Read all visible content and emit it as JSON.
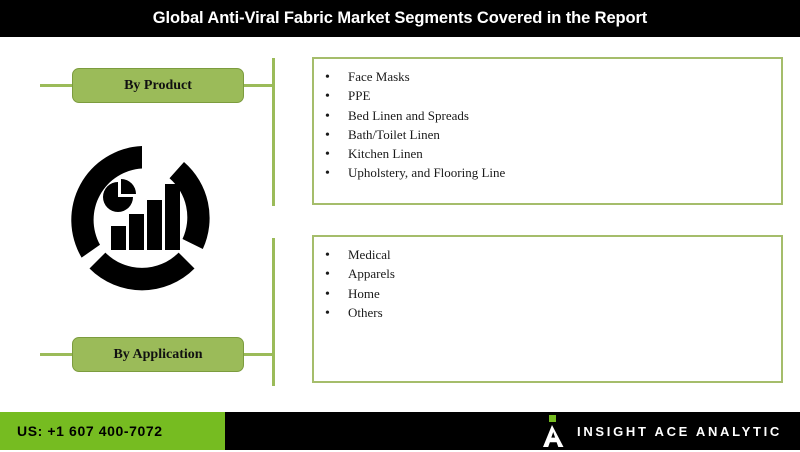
{
  "header": {
    "title": "Global Anti-Viral Fabric Market Segments Covered in the Report"
  },
  "colors": {
    "header_bg": "#000000",
    "button_green": "#9BBB59",
    "box_border_green": "#A5BD6B",
    "connector_green": "#9BBB59",
    "footer_bg": "#000000",
    "footer_green": "#76BC21",
    "text_dark": "#1a1a1a",
    "text_light": "#ffffff"
  },
  "center_icon": {
    "name": "analytics-chart-icon",
    "description": "segmented ring with pie chart and ascending bar chart",
    "color": "#000000"
  },
  "segments": [
    {
      "button_label": "By Product",
      "items": [
        "Face Masks",
        "PPE",
        "Bed Linen and Spreads",
        "Bath/Toilet Linen",
        "Kitchen Linen",
        "Upholstery, and Flooring Line"
      ]
    },
    {
      "button_label": "By Application",
      "items": [
        "Medical",
        "Apparels",
        "Home",
        "Others"
      ]
    }
  ],
  "bullet_glyph": "•",
  "footer": {
    "phone": "US: +1 607 400-7072",
    "brand_name": "INSIGHT ACE ANALYTIC",
    "logo_icon": "insight-ace-a-logo"
  }
}
